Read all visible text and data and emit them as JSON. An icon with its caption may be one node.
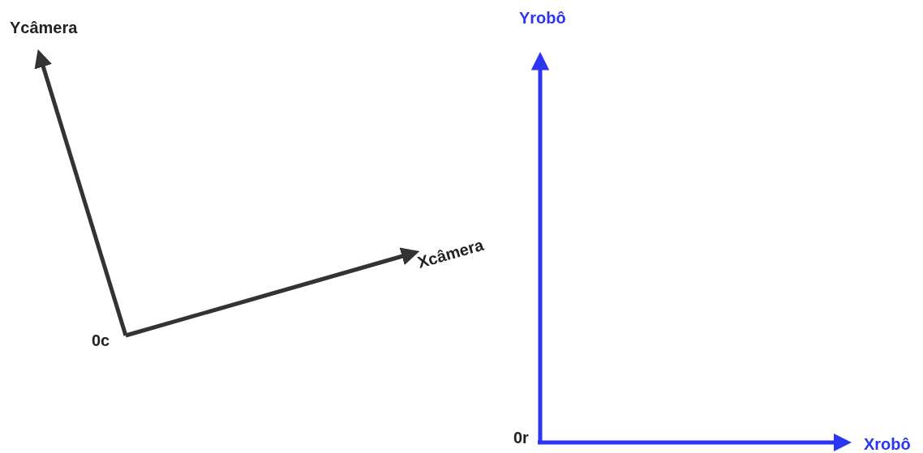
{
  "diagram": {
    "labels": [
      "Ycâmera",
      "Xcâmera",
      "0c",
      "Yrobô",
      "0r",
      "Xrobô"
    ]
  }
}
